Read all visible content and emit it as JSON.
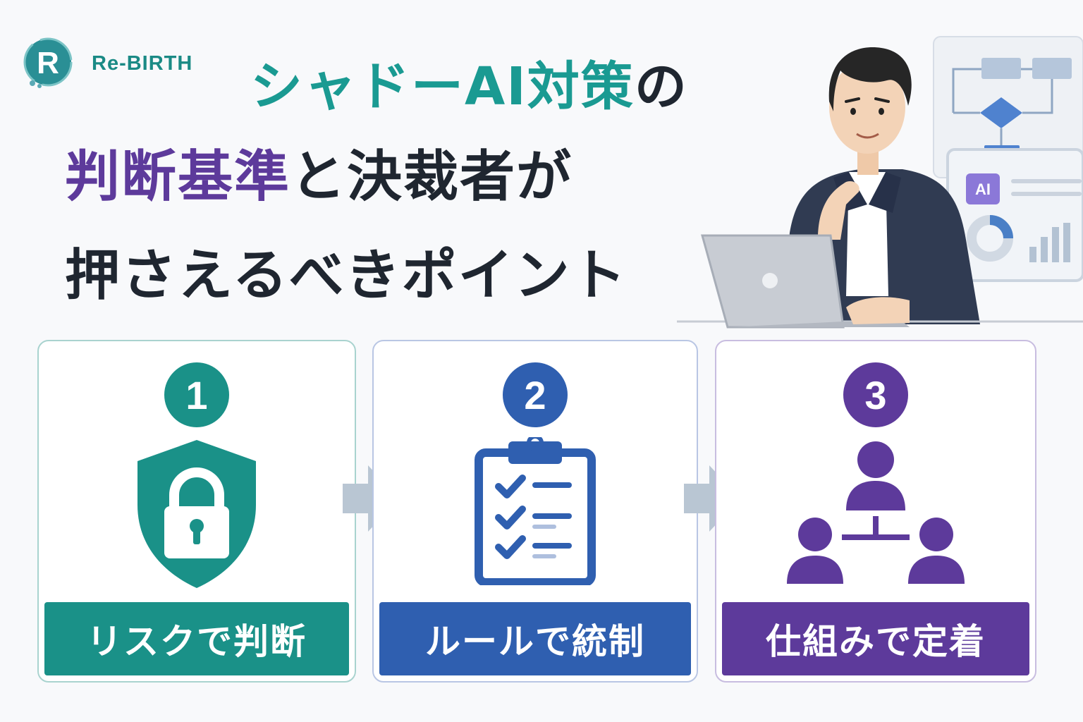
{
  "brand": {
    "name": "Re-BIRTH",
    "logo_letter": "R",
    "color": "#1a8a85"
  },
  "headline": {
    "line1_main": "シャドーAI対策",
    "line1_tail": "の",
    "line2_accent": "判断基準",
    "line2_rest": "と決裁者が",
    "line3": "押さえるべきポイント"
  },
  "illustration": {
    "screen_badge": "AI"
  },
  "steps": [
    {
      "number": "1",
      "label": "リスクで判断",
      "icon": "shield-lock-icon",
      "color": "#1a9188"
    },
    {
      "number": "2",
      "label": "ルールで統制",
      "icon": "clipboard-checklist-icon",
      "color": "#2f5fb0"
    },
    {
      "number": "3",
      "label": "仕組みで定着",
      "icon": "org-chart-people-icon",
      "color": "#5d3a9b"
    }
  ]
}
